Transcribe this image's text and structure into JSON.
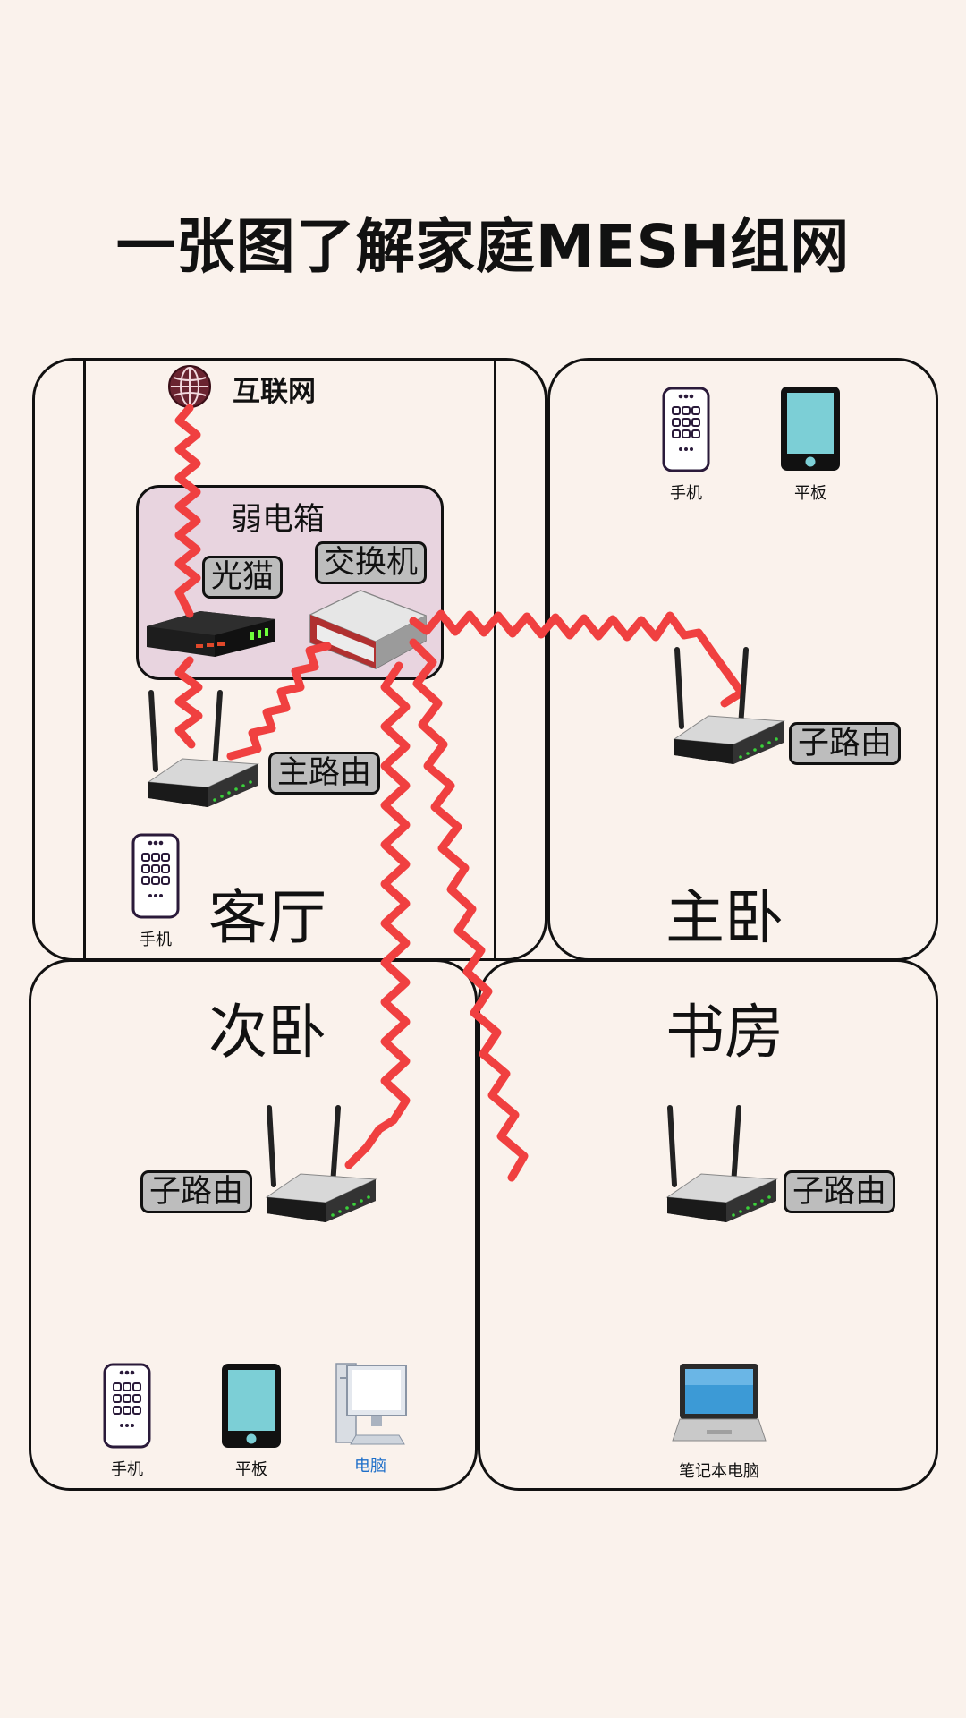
{
  "title": "一张图了解家庭MESH组网",
  "internet": {
    "label": "互联网",
    "icon": "globe-icon"
  },
  "cabinet": {
    "label": "弱电箱",
    "modem_label": "光猫",
    "switch_label": "交换机"
  },
  "rooms": {
    "living": {
      "name": "客厅",
      "router_label": "主路由",
      "devices": [
        "手机"
      ]
    },
    "master": {
      "name": "主卧",
      "router_label": "子路由",
      "devices": [
        "手机",
        "平板"
      ]
    },
    "second": {
      "name": "次卧",
      "router_label": "子路由",
      "devices": [
        "手机",
        "平板",
        "电脑"
      ]
    },
    "study": {
      "name": "书房",
      "router_label": "子路由",
      "devices": [
        "笔记本电脑"
      ]
    }
  },
  "colors": {
    "link": "#f04040",
    "cabinet_fill": "#e8d4df",
    "tag_fill": "#bdbdbd",
    "background": "#faf2ec"
  }
}
